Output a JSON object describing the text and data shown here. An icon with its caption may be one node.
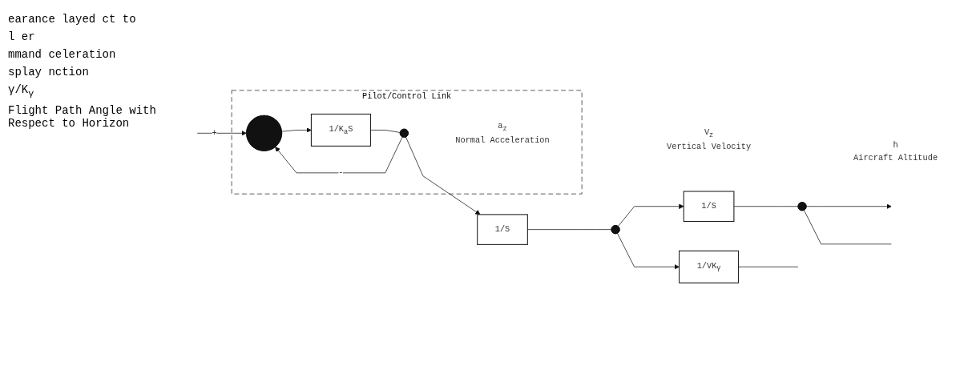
{
  "diagram": {
    "nodes": [
      {
        "text": [
          "Pilot/Control Link"
        ]
      },
      {
        "text": [],
        "shape": "circle",
        "in": 0
      },
      {
        "text": [
          "1/K$_{a}$S"
        ],
        "in": 0
      },
      {
        "text": [],
        "shape": "circle",
        "in": 0,
        "beside": [
          "a$_{z}$",
          "Normal Acceleration"
        ]
      },
      {
        "text": [
          "1/S"
        ]
      },
      {
        "text": [],
        "shape": "circle",
        "beside": [
          "V$_{z}$",
          "Vertical Velocity"
        ]
      },
      {
        "text": [
          "1/S"
        ]
      },
      {
        "text": [],
        "shape": "circle",
        "beside": [
          "h",
          "Aircraft Altitude"
        ]
      },
      {
        "text": [
          "1/VK$_{γ}$"
        ]
      }
    ],
    "edges": [
      {
        "from": null,
        "to": 1,
        "arrow": "to",
        "label": "+"
      },
      {
        "from": 1,
        "to": 2,
        "arrow": "to"
      },
      {
        "from": 2,
        "to": 3,
        "arrow": "none"
      },
      {
        "from": 3,
        "to": 1,
        "arrow": "to",
        "label": "-"
      },
      {
        "from": 3,
        "to": 4,
        "arrow": "to"
      },
      {
        "from": 4,
        "to": 5,
        "arrow": "none"
      },
      {
        "from": 5,
        "to": 6,
        "arrow": "to"
      },
      {
        "from": 6,
        "to": 7,
        "arrow": "none"
      },
      {
        "from": 7,
        "to": null,
        "arrow": "to"
      },
      {
        "from": 5,
        "to": 8,
        "arrow": "to"
      },
      {
        "from": 8,
        "to": null,
        "arrow": "none"
      },
      {
        "from": 7,
        "to": null,
        "arrow": "none"
      }
    ],
    "labels": [
      "earance layed ct to",
      "l er",
      "mmand celeration",
      "splay nction",
      "γ/K$_{γ}$",
      "Flight Path Angle with Respect to Horizon"
    ]
  }
}
